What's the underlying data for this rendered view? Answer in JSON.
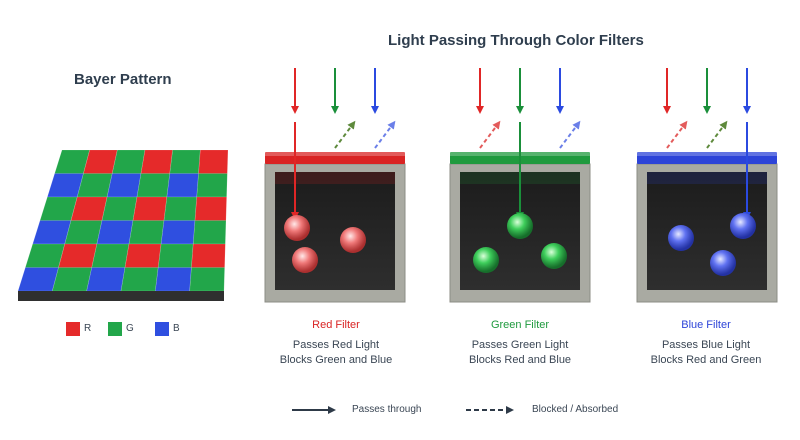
{
  "header": {
    "title": "Light Passing Through Color Filters"
  },
  "bayer": {
    "title": "Bayer Pattern",
    "legend": [
      {
        "letter": "R",
        "color": "#e52a2a"
      },
      {
        "letter": "G",
        "color": "#22a64a"
      },
      {
        "letter": "B",
        "color": "#2f4fe0"
      }
    ]
  },
  "filters": [
    {
      "name": "Red Filter",
      "color": "#d92323",
      "lines": [
        "Passes Red Light",
        "Blocks Green and Blue"
      ],
      "passes": "red"
    },
    {
      "name": "Green Filter",
      "color": "#1f9a3e",
      "lines": [
        "Passes Green Light",
        "Blocks Red and Blue"
      ],
      "passes": "green"
    },
    {
      "name": "Blue Filter",
      "color": "#2d44d8",
      "lines": [
        "Passes Blue Light",
        "Blocks Red and Green"
      ],
      "passes": "blue"
    }
  ],
  "colors": {
    "red": "#e02626",
    "green": "#1a8f3a",
    "blue": "#2b4ae0",
    "dark": "#2e3a48"
  },
  "legend": {
    "passes": "Passes through",
    "blocked": "Blocked / Absorbed"
  }
}
